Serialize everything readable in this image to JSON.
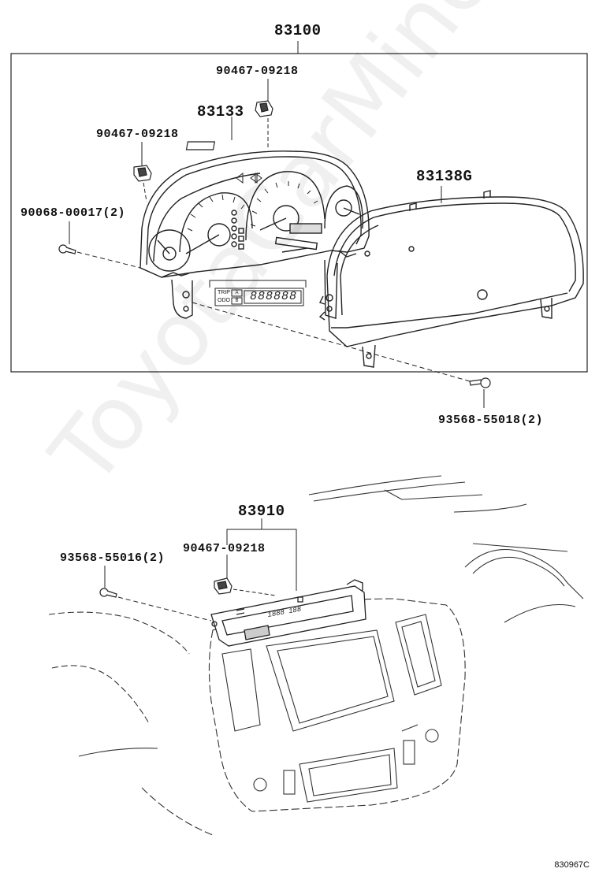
{
  "watermark": "ToyotaCarMine.ru",
  "figure_id": "830967C",
  "callouts": {
    "combination_meter": "83100",
    "bulb_socket_top": "90467-09218",
    "label_83133": "83133",
    "bulb_socket_left": "90467-09218",
    "glass_83138g": "83138G",
    "screw_left": "90068-00017(2)",
    "screw_right": "93568-55018(2)",
    "clock_assembly": "83910",
    "clock_clip": "90467-09218",
    "clock_screw": "93568-55016(2)"
  },
  "odometer_display": {
    "trip": "TRIP",
    "odo": "ODO",
    "btn_a": "A",
    "btn_b": "B",
    "digits": "888888"
  },
  "clock_display": "1888 188"
}
